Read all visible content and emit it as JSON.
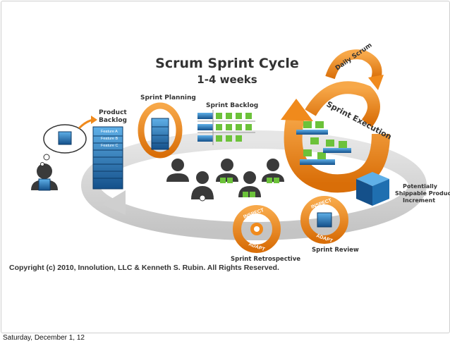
{
  "title": "Scrum Sprint Cycle",
  "subtitle": "1-4 weeks",
  "labels": {
    "product_backlog_line1": "Product",
    "product_backlog_line2": "Backlog",
    "feature_a": "Feature A",
    "feature_b": "Feature B",
    "feature_c": "Feature C",
    "sprint_planning": "Sprint Planning",
    "sprint_backlog": "Sprint Backlog",
    "daily_scrum": "Daily Scrum",
    "sprint_execution": "Sprint Execution",
    "increment_line1": "Potentially",
    "increment_line2": "Shippable Product",
    "increment_line3": "Increment",
    "inspect": "INSPECT",
    "adapt": "ADAPT",
    "sprint_retrospective": "Sprint Retrospective",
    "sprint_review": "Sprint Review"
  },
  "copyright": "Copyright (c) 2010, Innolution, LLC & Kenneth S. Rubin. All Rights Reserved.",
  "footer": "Saturday, December 1, 12",
  "colors": {
    "orange": "#f08a1c",
    "blue": "#1f6fb0",
    "green": "#6cc23a",
    "gray": "#d4d4d4"
  }
}
